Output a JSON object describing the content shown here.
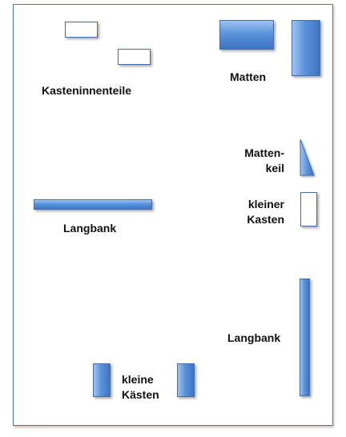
{
  "labels": {
    "kasteninnenteile": "Kasteninnenteile",
    "matten": "Matten",
    "mattenkeil_line1": "Matten-",
    "mattenkeil_line2": "keil",
    "kleiner_kasten_line1": "kleiner",
    "kleiner_kasten_line2": "Kasten",
    "langbank_horizontal": "Langbank",
    "langbank_vertical": "Langbank",
    "kleine_kaesten_line1": "kleine",
    "kleine_kaesten_line2": "Kästen"
  },
  "colors": {
    "frame_border": "#4a7ab5",
    "shape_blue": "#5b93da",
    "shape_border": "#3f6fae",
    "text": "#111111"
  }
}
